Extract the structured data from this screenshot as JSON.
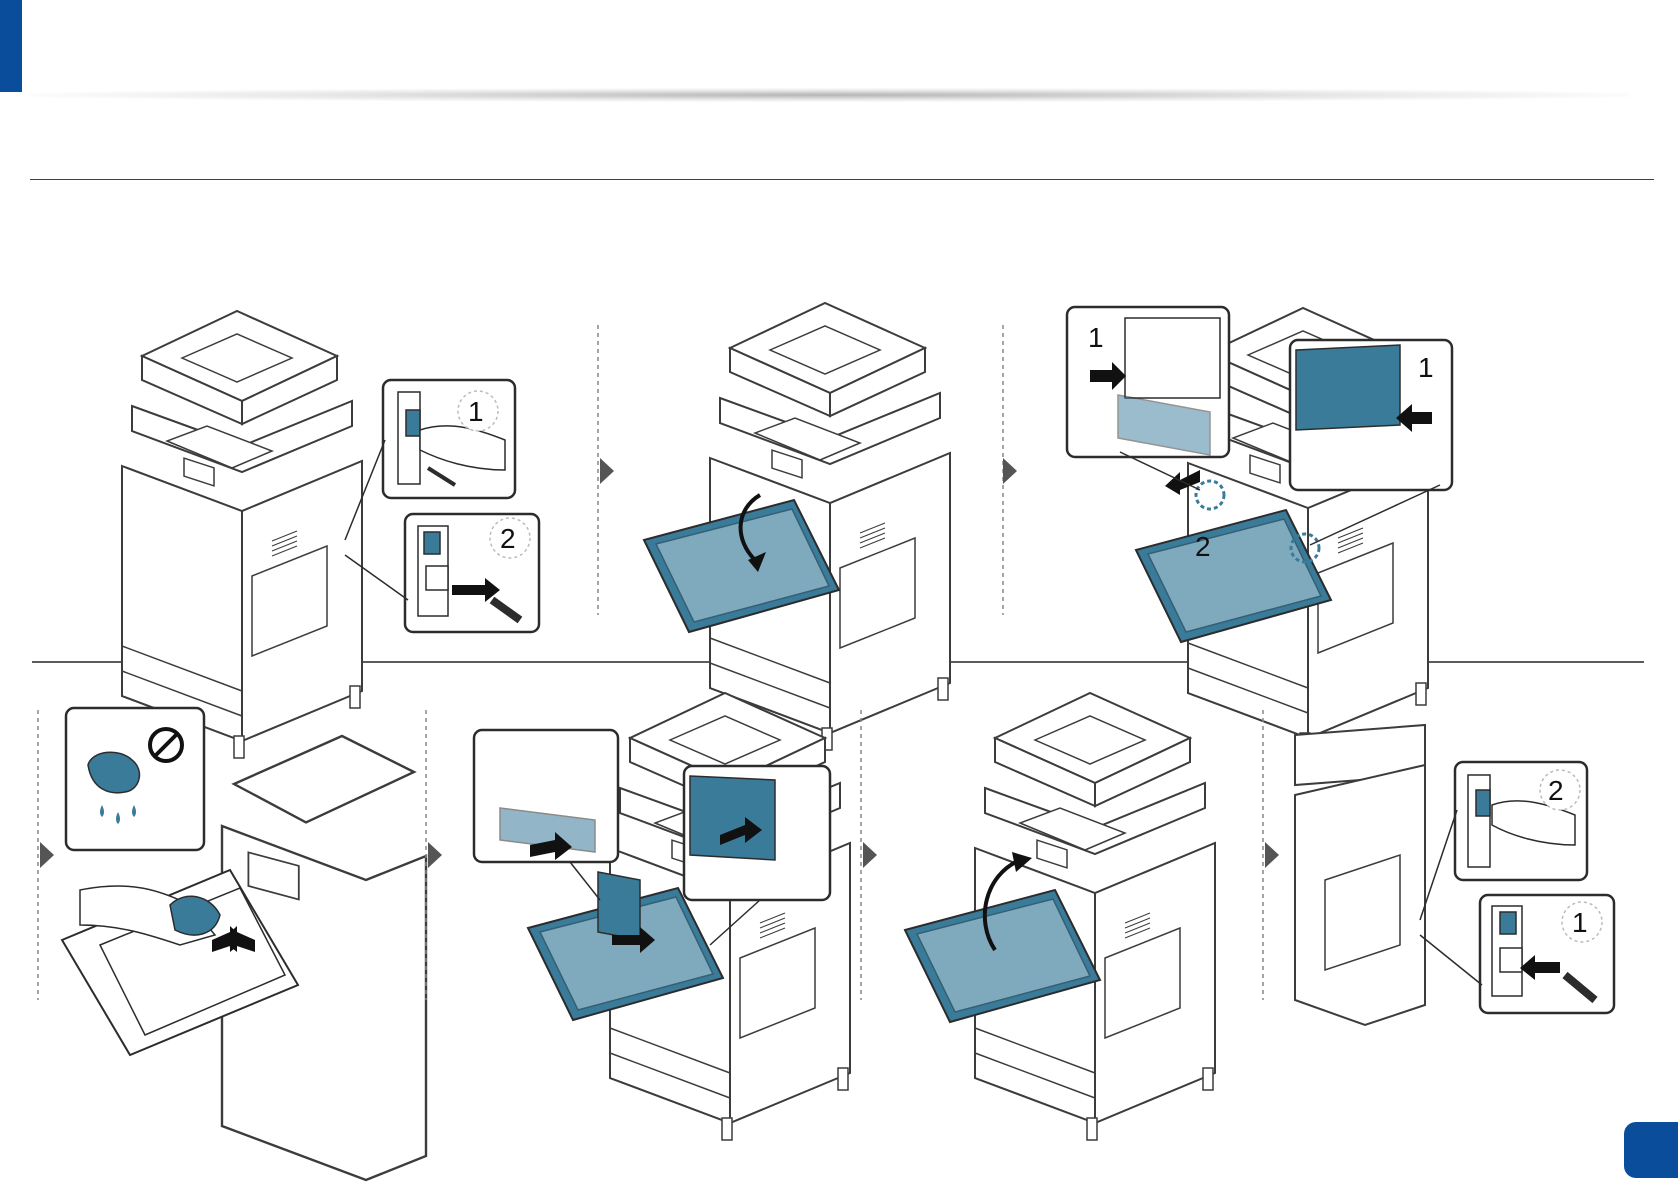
{
  "colors": {
    "accent": "#0a4d9a",
    "panel_blue": "#3a7b9a",
    "line": "#3c3c3c"
  },
  "page": {
    "number": ""
  },
  "steps": {
    "s1": {
      "callout_a": "1",
      "callout_b": "2"
    },
    "s3": {
      "callout_left": "1",
      "callout_right": "1",
      "pull": "2"
    },
    "s7": {
      "callout_a": "2",
      "callout_b": "1"
    }
  },
  "icons": {
    "step_arrow": "triangle-right-icon",
    "prohibited": "prohibited-icon",
    "water_drops": "water-drops-icon"
  }
}
